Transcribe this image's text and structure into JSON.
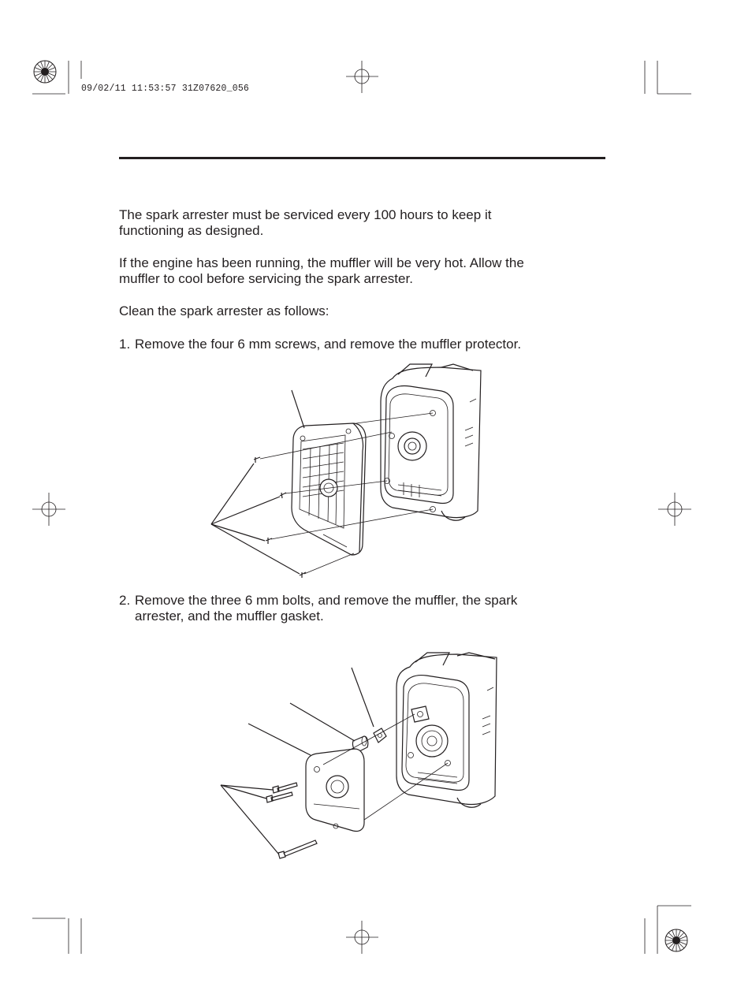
{
  "print_slug": "09/02/11 11:53:57 31Z07620_056",
  "paragraphs": {
    "p1_line1": "The spark arrester must be serviced every 100 hours to keep it",
    "p1_line2": "functioning as designed.",
    "p2_line1": "If the engine has been running, the muffler will be very hot. Allow the",
    "p2_line2": "muffler to cool before servicing the spark arrester.",
    "p3": "Clean the spark arrester as follows:"
  },
  "steps": [
    {
      "number": "1.",
      "text": "Remove the four 6 mm screws, and remove the muffler protector."
    },
    {
      "number": "2.",
      "line1": "Remove the three 6 mm bolts, and remove the muffler, the spark",
      "line2": "arrester, and the muffler gasket."
    }
  ],
  "illustrations": {
    "figure1": "muffler-protector-removal-illustration",
    "figure2": "muffler-spark-arrester-removal-illustration"
  }
}
